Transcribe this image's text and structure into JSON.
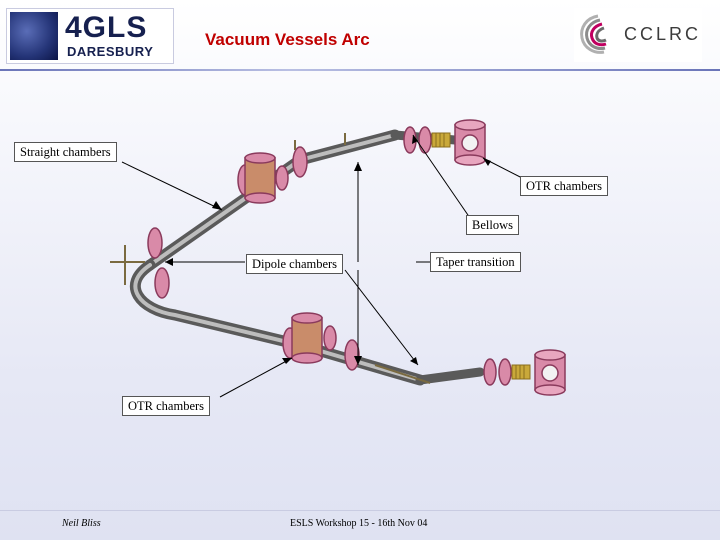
{
  "slide": {
    "title": "Vacuum Vessels Arc",
    "logo_left": {
      "brand": "4GLS",
      "subtitle": "DARESBURY"
    },
    "logo_right": {
      "brand": "CCLRC"
    }
  },
  "labels": {
    "straight_chambers": "Straight chambers",
    "otr_chambers_right": "OTR chambers",
    "bellows": "Bellows",
    "dipole_chambers": "Dipole chambers",
    "taper_transition": "Taper transition",
    "otr_chambers_left": "OTR chambers"
  },
  "footer": {
    "author": "Neil Bliss",
    "event": "ESLS Workshop 15 - 16th Nov 04"
  },
  "colors": {
    "title": "#c00000",
    "flange": "#d98aa8",
    "pipe": "#7b7b7b",
    "bellows": "#c9a83a",
    "background": "#e6e8f5"
  }
}
